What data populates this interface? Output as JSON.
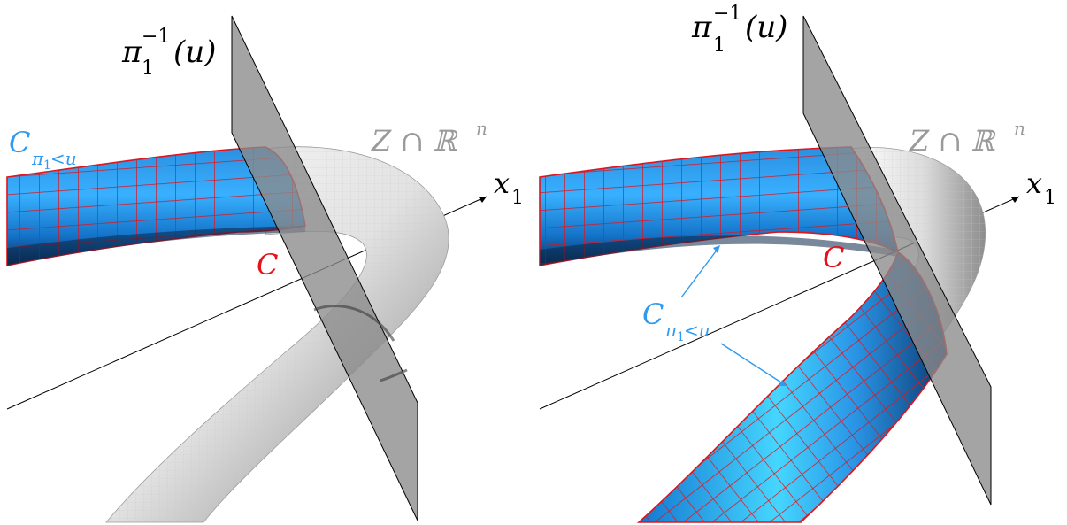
{
  "colors": {
    "blue_label": "#2f9bf0",
    "red_label": "#e8101a",
    "gray_label": "#9a9a9a",
    "black": "#000000",
    "plane_fill": "#8a8a8a",
    "tube_blue": "#1e8ee8",
    "tube_gray": "#d8d8d8",
    "grid_red": "#e0141c"
  },
  "left_panel": {
    "plane_label": {
      "base": "π",
      "sub": "1",
      "sup": "−1",
      "arg": "(u)"
    },
    "set_label": "Z ∩ ℝ",
    "set_label_sup": "n",
    "axis_label": "x",
    "axis_label_sub": "1",
    "curve_label": "C",
    "region_label": {
      "base": "C",
      "sub": "π",
      "sub2": "1",
      "rel": "<u"
    }
  },
  "right_panel": {
    "plane_label": {
      "base": "π",
      "sub": "1",
      "sup": "−1",
      "arg": "(u)"
    },
    "set_label": "Z ∩ ℝ",
    "set_label_sup": "n",
    "axis_label": "x",
    "axis_label_sub": "1",
    "curve_label": "C",
    "region_label": {
      "base": "C",
      "sub": "π",
      "sub2": "1",
      "rel": "<u"
    }
  }
}
